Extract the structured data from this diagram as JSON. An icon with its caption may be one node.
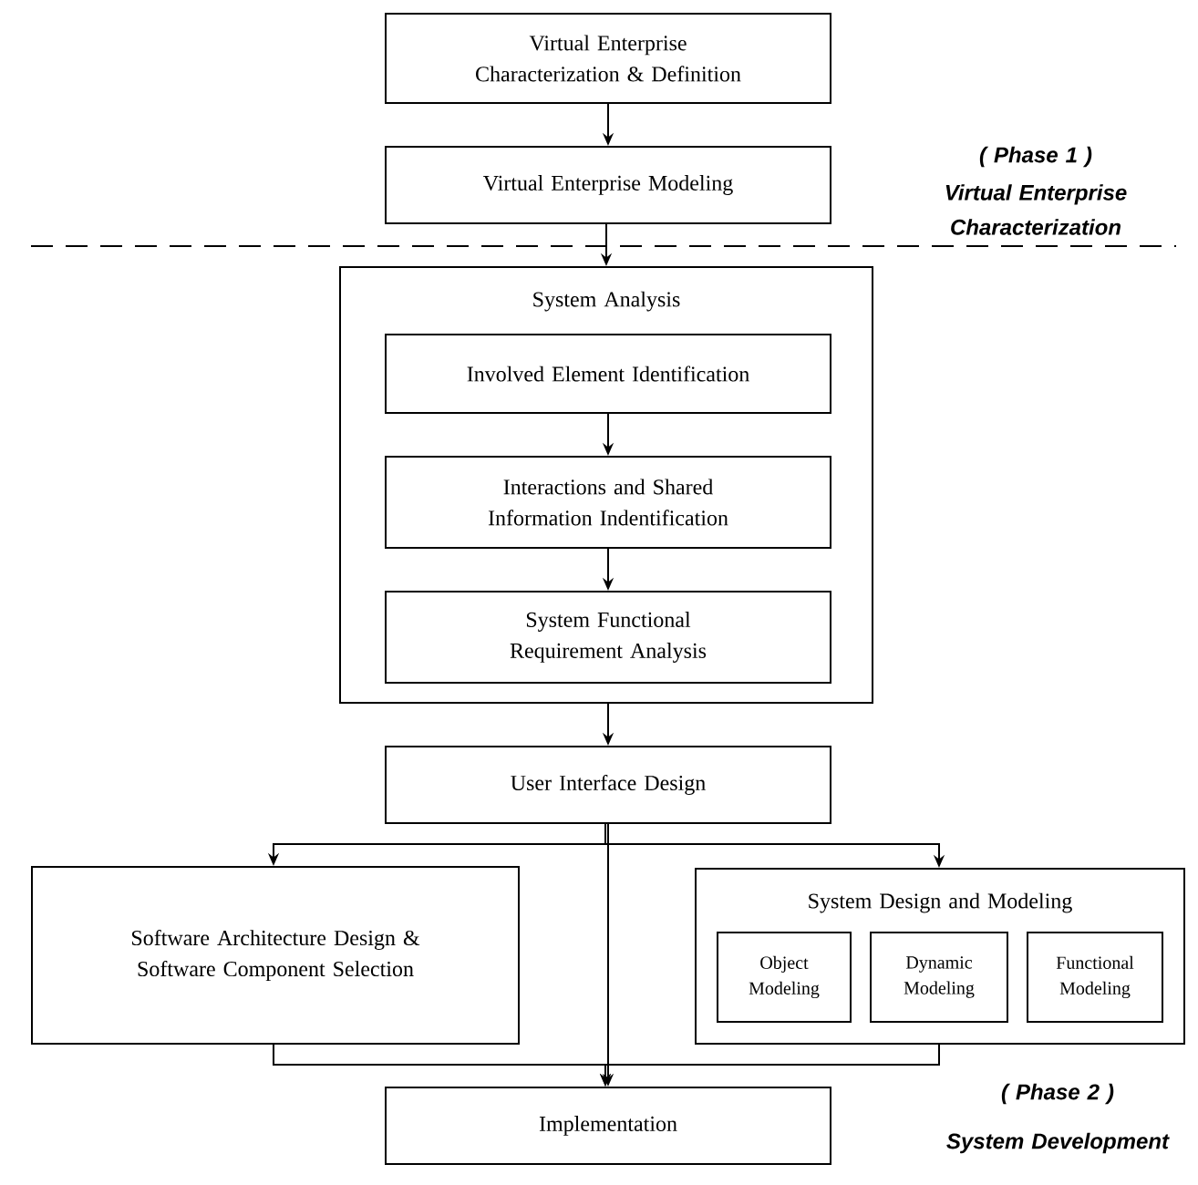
{
  "diagram": {
    "nodes": [
      {
        "text": [
          "Virtual Enterprise Characterization & Definition"
        ]
      },
      {
        "text": [
          "Virtual Enterprise Modeling"
        ]
      },
      {
        "text": [
          "System Analysis"
        ]
      },
      {
        "text": [
          "Involved Element Identification"
        ],
        "in": 2
      },
      {
        "text": [
          "Interactions and Shared Information Indentification"
        ],
        "in": 2
      },
      {
        "text": [
          "System Functional Requirement Analysis"
        ],
        "in": 2
      },
      {
        "text": [
          "User Interface Design"
        ]
      },
      {
        "text": [
          "Software Architecture Design & Software Component Selection"
        ]
      },
      {
        "text": [
          "System Design and Modeling"
        ]
      },
      {
        "text": [
          "Object Modeling"
        ],
        "in": 8
      },
      {
        "text": [
          "Dynamic Modeling"
        ],
        "in": 8
      },
      {
        "text": [
          "Functional Modeling"
        ],
        "in": 8
      },
      {
        "text": [
          "Implementation"
        ]
      }
    ],
    "edges": [
      {
        "from": 0,
        "to": 1,
        "arrow": "to"
      },
      {
        "from": 1,
        "to": 2,
        "arrow": "to"
      },
      {
        "from": 3,
        "to": 4,
        "arrow": "to"
      },
      {
        "from": 4,
        "to": 5,
        "arrow": "to"
      },
      {
        "from": 2,
        "to": 6,
        "arrow": "to"
      },
      {
        "from": 6,
        "to": 7,
        "arrow": "to"
      },
      {
        "from": 6,
        "to": 8,
        "arrow": "to"
      },
      {
        "from": 6,
        "to": 12,
        "arrow": "to"
      },
      {
        "from": 7,
        "to": 12,
        "arrow": "to"
      },
      {
        "from": 8,
        "to": 12,
        "arrow": "to"
      }
    ],
    "labels": [
      "( Phase 1 )",
      "Virtual Enterprise Characterization",
      "( Phase 2 )",
      "System Development"
    ]
  }
}
